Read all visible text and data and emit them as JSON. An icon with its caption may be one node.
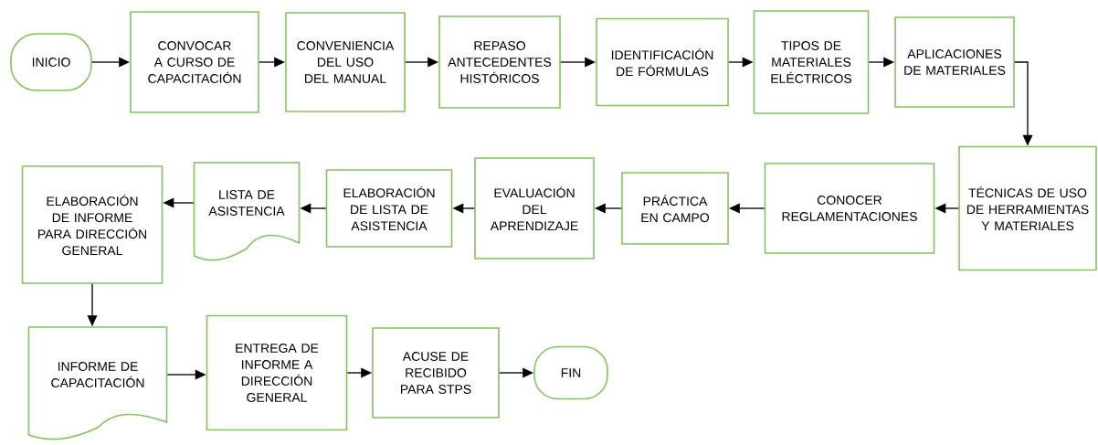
{
  "diagram": {
    "nodes": [
      {
        "text": [
          "INICIO"
        ]
      },
      {
        "text": [
          "CONVOCAR A CURSO DE CAPACITACIÓN"
        ]
      },
      {
        "text": [
          "CONVENIENCIA DEL USO DEL MANUAL"
        ]
      },
      {
        "text": [
          "REPASO ANTECEDENTES HISTÓRICOS"
        ]
      },
      {
        "text": [
          "IDENTIFICACIÓN DE FÓRMULAS"
        ]
      },
      {
        "text": [
          "TIPOS DE MATERIALES ELÉCTRICOS"
        ]
      },
      {
        "text": [
          "APLICACIONES DE MATERIALES"
        ]
      },
      {
        "text": [
          "TÉCNICAS DE USO DE HERRAMIENTAS Y MATERIALES"
        ]
      },
      {
        "text": [
          "CONOCER REGLAMENTACIONES"
        ]
      },
      {
        "text": [
          "PRÁCTICA EN CAMPO"
        ]
      },
      {
        "text": [
          "EVALUACIÓN DEL APRENDIZAJE"
        ]
      },
      {
        "text": [
          "ELABORACIÓN DE LISTA DE ASISTENCIA"
        ]
      },
      {
        "text": [
          "LISTA DE ASISTENCIA"
        ]
      },
      {
        "text": [
          "ELABORACIÓN DE INFORME PARA DIRECCIÓN GENERAL"
        ]
      },
      {
        "text": [
          "INFORME DE CAPACITACIÓN"
        ]
      },
      {
        "text": [
          "ENTREGA DE INFORME A DIRECCIÓN GENERAL"
        ]
      },
      {
        "text": [
          "ACUSE DE RECIBIDO PARA STPS"
        ]
      },
      {
        "text": [
          "FIN"
        ]
      }
    ],
    "edges": [
      {
        "from": 0,
        "to": 1,
        "arrow": "to"
      },
      {
        "from": 1,
        "to": 2,
        "arrow": "to"
      },
      {
        "from": 2,
        "to": 3,
        "arrow": "to"
      },
      {
        "from": 3,
        "to": 4,
        "arrow": "to"
      },
      {
        "from": 4,
        "to": 5,
        "arrow": "to"
      },
      {
        "from": 5,
        "to": 6,
        "arrow": "to"
      },
      {
        "from": 6,
        "to": 7,
        "arrow": "to"
      },
      {
        "from": 7,
        "to": 8,
        "arrow": "to"
      },
      {
        "from": 8,
        "to": 9,
        "arrow": "to"
      },
      {
        "from": 9,
        "to": 10,
        "arrow": "to"
      },
      {
        "from": 10,
        "to": 11,
        "arrow": "to"
      },
      {
        "from": 11,
        "to": 12,
        "arrow": "to"
      },
      {
        "from": 12,
        "to": 13,
        "arrow": "to"
      },
      {
        "from": 13,
        "to": 14,
        "arrow": "to"
      },
      {
        "from": 14,
        "to": 15,
        "arrow": "to"
      },
      {
        "from": 15,
        "to": 16,
        "arrow": "to"
      },
      {
        "from": 16,
        "to": 17,
        "arrow": "to"
      }
    ]
  }
}
